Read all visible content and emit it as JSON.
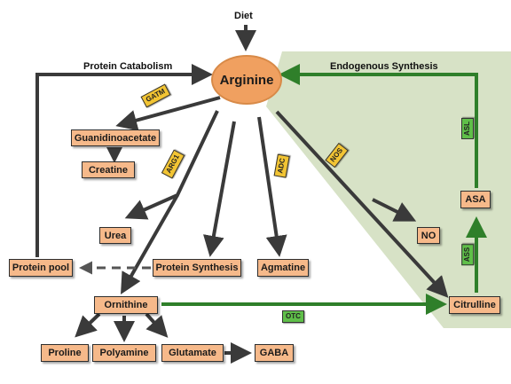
{
  "colors": {
    "background": "#ffffff",
    "synthesis_panel": "#d7e2c6",
    "box_fill": "#f6b98a",
    "arginine_fill": "#f0a060",
    "catabolic_arrow": "#3a3a3a",
    "synthesis_arrow": "#2f7f2a",
    "enzyme_tag_yellow": "#f2c433",
    "enzyme_tag_green": "#5fbf49"
  },
  "labels": {
    "diet": "Diet",
    "protein_catabolism": "Protein Catabolism",
    "endogenous_synthesis": "Endogenous Synthesis"
  },
  "nodes": {
    "arginine": "Arginine",
    "guanidinoacetate": "Guanidinoacetate",
    "creatine": "Creatine",
    "urea": "Urea",
    "protein_pool": "Protein pool",
    "protein_synthesis": "Protein Synthesis",
    "agmatine": "Agmatine",
    "no": "NO",
    "asa": "ASA",
    "citrulline": "Citrulline",
    "ornithine": "Ornithine",
    "proline": "Proline",
    "polyamine": "Polyamine",
    "glutamate": "Glutamate",
    "gaba": "GABA"
  },
  "enzymes": {
    "gatm": "GATM",
    "arg1": "ARG1",
    "adc": "ADC",
    "nos": "NOS",
    "asl": "ASL",
    "ass": "ASS",
    "otc": "OTC"
  }
}
